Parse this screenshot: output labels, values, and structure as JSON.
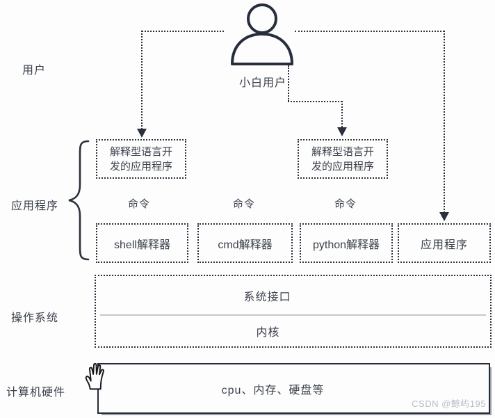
{
  "layer_labels": {
    "user": "用户",
    "applications": "应用程序",
    "os": "操作系统",
    "hardware": "计算机硬件"
  },
  "user_section": {
    "caption": "小白用户",
    "icon": "person-icon"
  },
  "app_section": {
    "interpreted_app_left": {
      "line1": "解释型语言开",
      "line2": "发的应用程序"
    },
    "interpreted_app_right": {
      "line1": "解释型语言开",
      "line2": "发的应用程序"
    },
    "command_labels": [
      "命令",
      "命令",
      "命令"
    ],
    "interpreter_boxes": [
      "shell解释器",
      "cmd解释器",
      "python解释器",
      "应用程序"
    ]
  },
  "os_section": {
    "system_interface": "系统接口",
    "kernel": "内核"
  },
  "hardware_section": {
    "label": "cpu、内存、硬盘等"
  },
  "watermark": "CSDN @鲸屿195",
  "colors": {
    "line": "#2a303c",
    "text": "#3c414a",
    "divider": "#c7c7c7",
    "watermark": "#b9bcc8",
    "bg": "#fdfdfe"
  }
}
